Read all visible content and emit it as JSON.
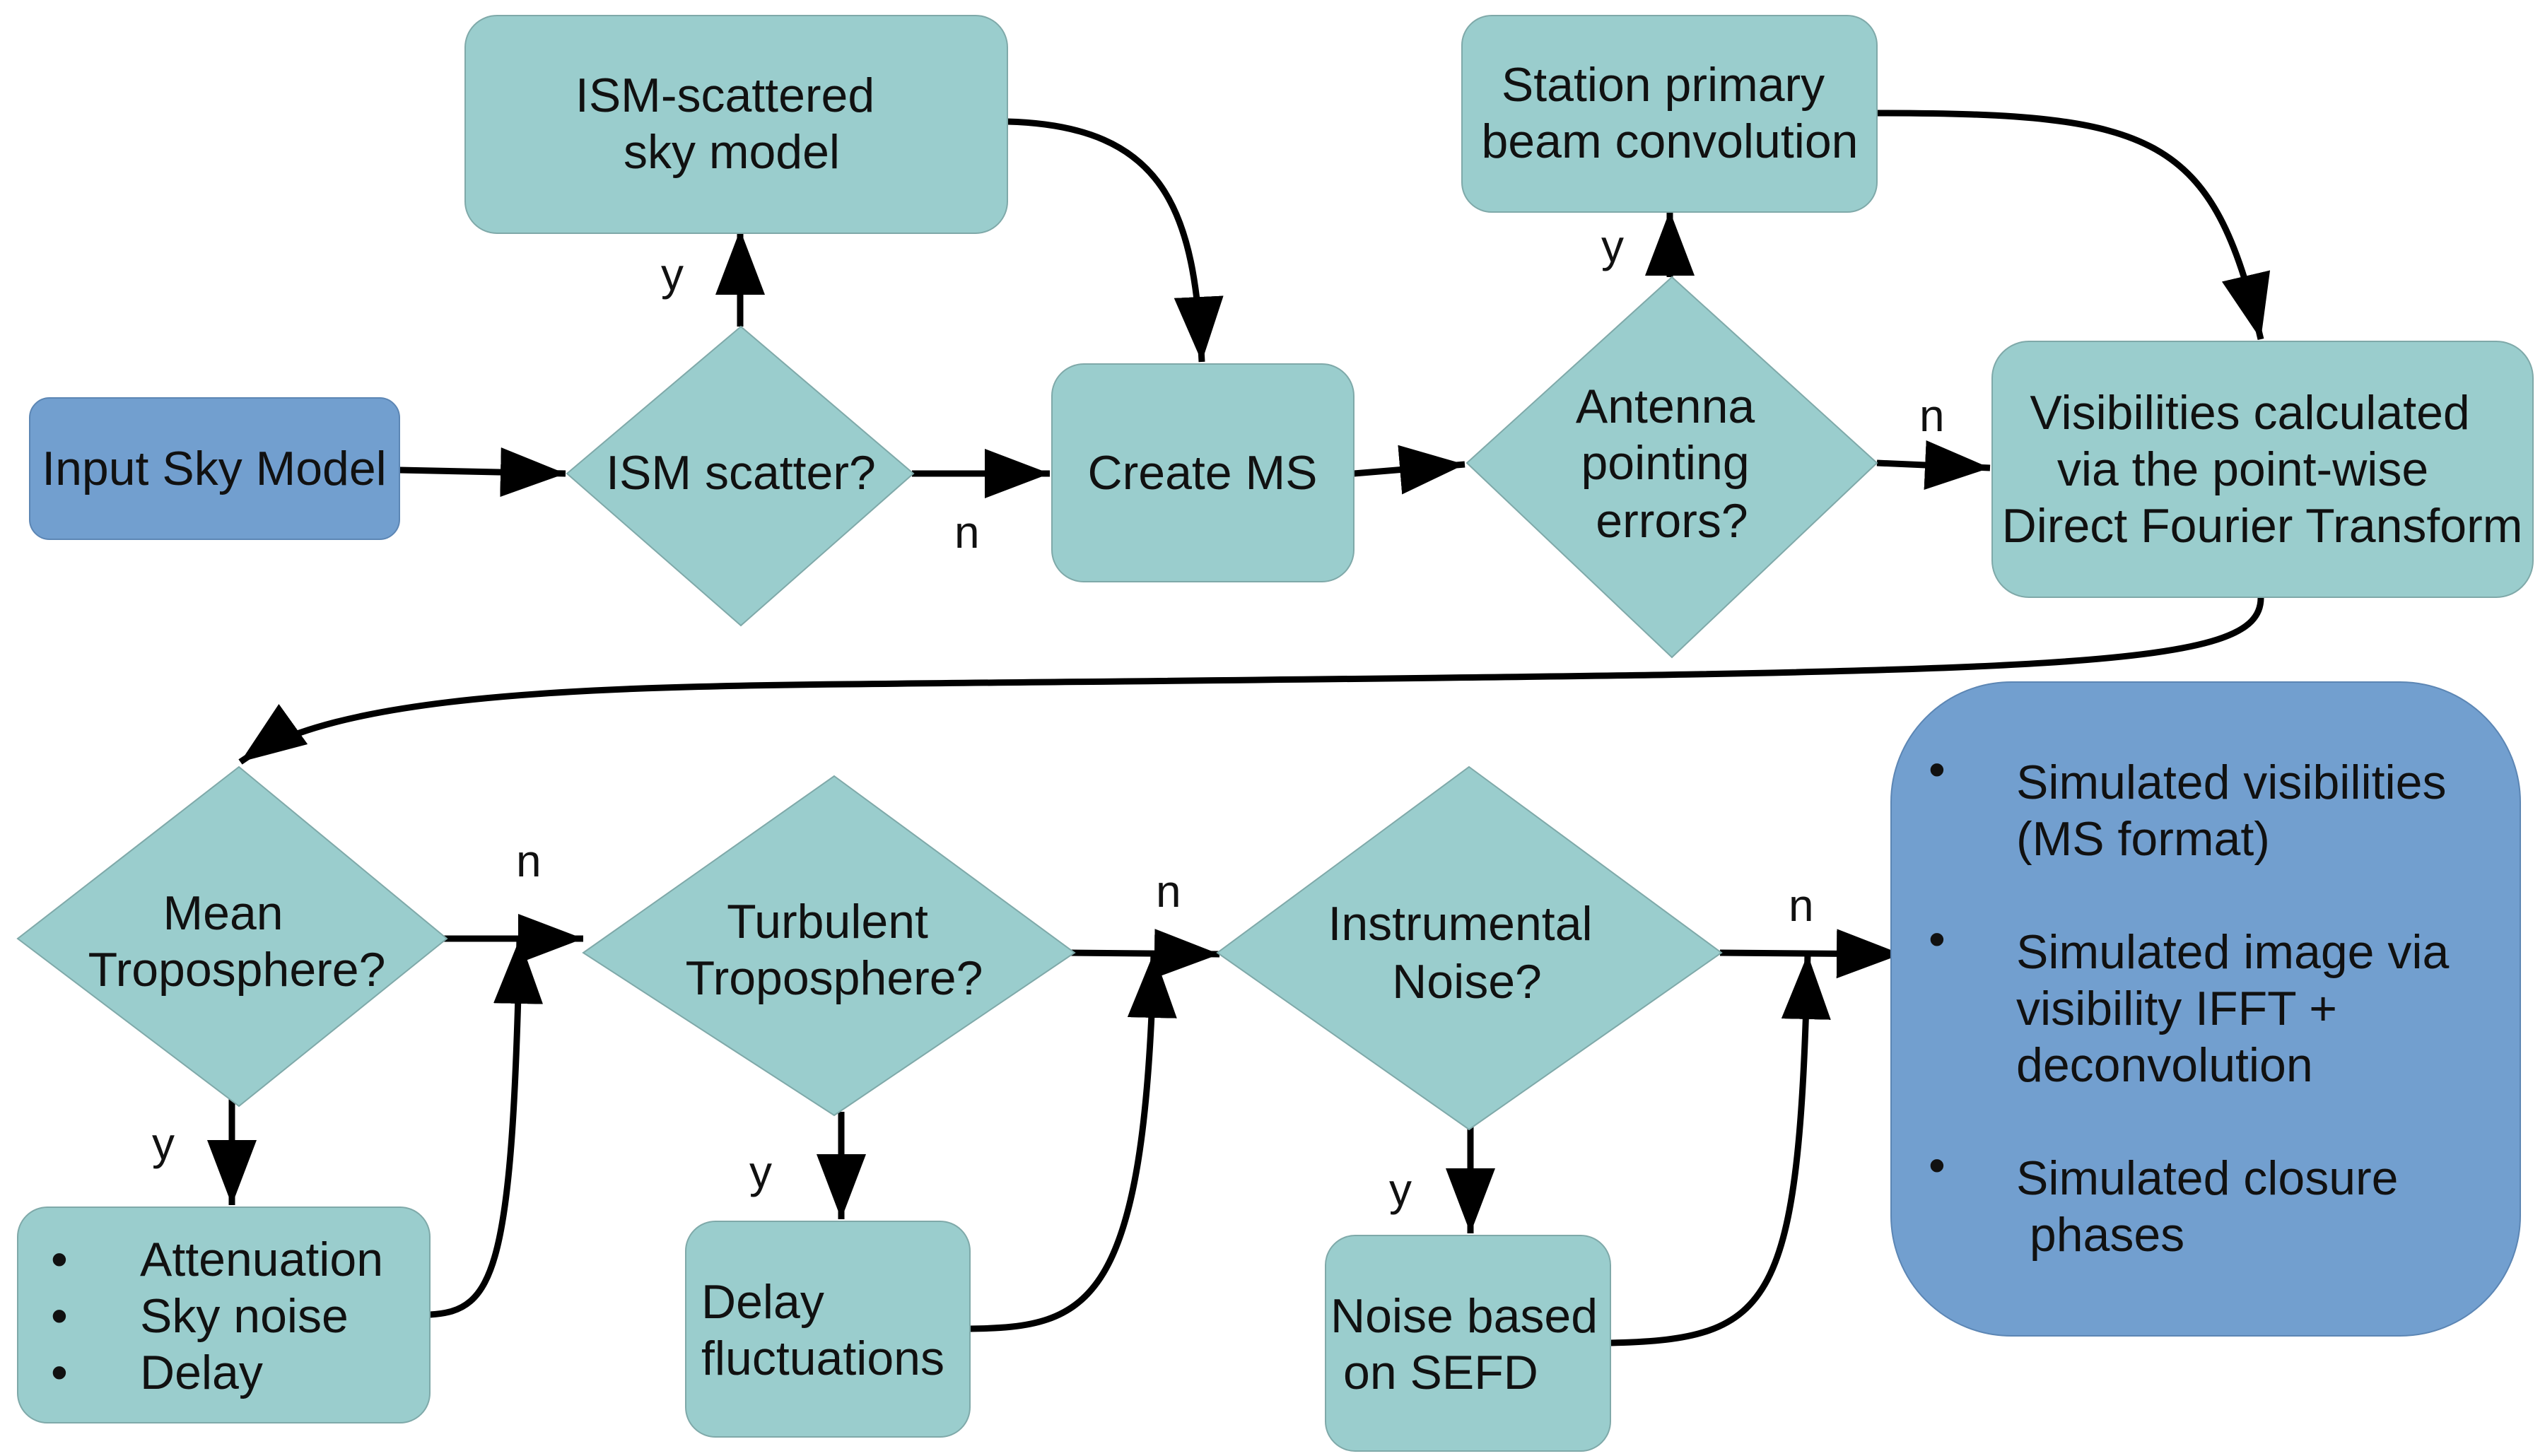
{
  "nodes": {
    "input_sky_model": "Input Sky Model",
    "ism_scatter": "ISM scatter?",
    "ism_scattered_sky_model": [
      "ISM-scattered",
      "sky model"
    ],
    "create_ms": "Create MS",
    "antenna_pointing_errors": [
      "Antenna",
      "pointing",
      "errors?"
    ],
    "station_primary_beam": [
      "Station primary",
      "beam convolution"
    ],
    "visibilities_dft": [
      "Visibilities calculated",
      "via the point-wise",
      "Direct Fourier Transform"
    ],
    "mean_troposphere": [
      "Mean",
      "Troposphere?"
    ],
    "turbulent_troposphere": [
      "Turbulent",
      "Troposphere?"
    ],
    "instrumental_noise": [
      "Instrumental",
      "Noise?"
    ],
    "troposphere_effects": [
      "Attenuation",
      "Sky noise",
      "Delay"
    ],
    "delay_fluctuations": [
      "Delay",
      "fluctuations"
    ],
    "noise_sefd": [
      "Noise based",
      "on SEFD"
    ],
    "outputs": [
      [
        "Simulated visibilities",
        "(MS format)"
      ],
      [
        "Simulated image via",
        "visibility IFFT +",
        "deconvolution"
      ],
      [
        "Simulated closure",
        " phases"
      ]
    ]
  },
  "edge_labels": {
    "yes": "y",
    "no": "n"
  },
  "bullet": "•",
  "colors": {
    "process_fill": "#9acdcd",
    "terminal_fill": "#729fcf",
    "edge": "#000000"
  }
}
